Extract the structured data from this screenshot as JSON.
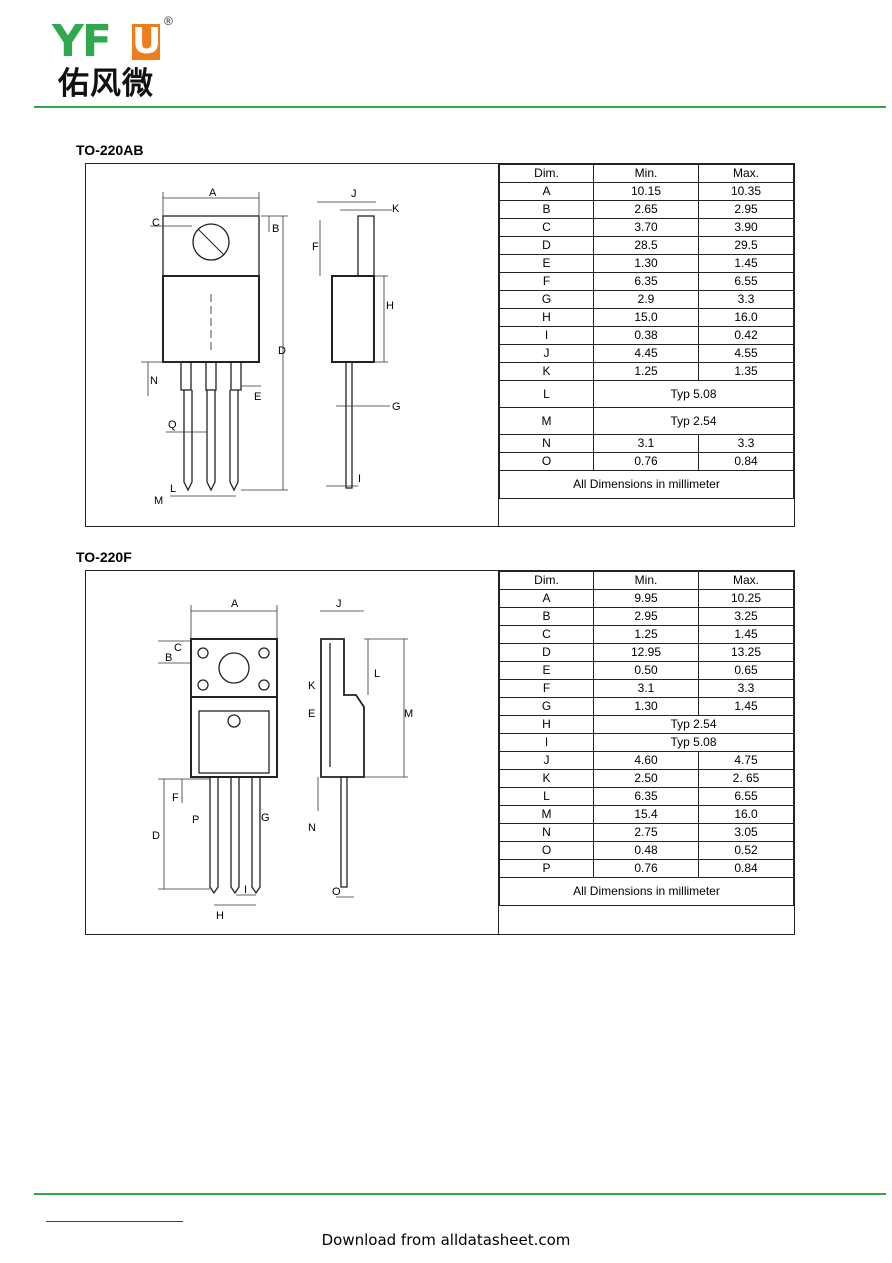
{
  "brand": {
    "latin": "YF",
    "box_letter": "U",
    "registered": "®",
    "chinese": "佑风微",
    "green": "#2fa84f",
    "orange": "#f07c1a"
  },
  "packages": [
    {
      "title": "TO-220AB",
      "header": [
        "Dim.",
        "Min.",
        "Max."
      ],
      "rows": [
        [
          "A",
          "10.15",
          "10.35"
        ],
        [
          "B",
          "2.65",
          "2.95"
        ],
        [
          "C",
          "3.70",
          "3.90"
        ],
        [
          "D",
          "28.5",
          "29.5"
        ],
        [
          "E",
          "1.30",
          "1.45"
        ],
        [
          "F",
          "6.35",
          "6.55"
        ],
        [
          "G",
          "2.9",
          "3.3"
        ],
        [
          "H",
          "15.0",
          "16.0"
        ],
        [
          "I",
          "0.38",
          "0.42"
        ],
        [
          "J",
          "4.45",
          "4.55"
        ],
        [
          "K",
          "1.25",
          "1.35"
        ]
      ],
      "typ_rows": [
        [
          "L",
          "Typ 5.08"
        ],
        [
          "M",
          "Typ 2.54"
        ]
      ],
      "rows2": [
        [
          "N",
          "3.1",
          "3.3"
        ],
        [
          "O",
          "0.76",
          "0.84"
        ]
      ],
      "footer": "All Dimensions in millimeter",
      "drawing_labels": [
        "A",
        "B",
        "C",
        "D",
        "E",
        "F",
        "G",
        "H",
        "I",
        "J",
        "K",
        "L",
        "M",
        "N",
        "Q"
      ]
    },
    {
      "title": "TO-220F",
      "header": [
        "Dim.",
        "Min.",
        "Max."
      ],
      "rows": [
        [
          "A",
          "9.95",
          "10.25"
        ],
        [
          "B",
          "2.95",
          "3.25"
        ],
        [
          "C",
          "1.25",
          "1.45"
        ],
        [
          "D",
          "12.95",
          "13.25"
        ],
        [
          "E",
          "0.50",
          "0.65"
        ],
        [
          "F",
          "3.1",
          "3.3"
        ],
        [
          "G",
          "1.30",
          "1.45"
        ]
      ],
      "typ_rows": [
        [
          "H",
          "Typ 2.54"
        ],
        [
          "I",
          "Typ 5.08"
        ]
      ],
      "rows2": [
        [
          "J",
          "4.60",
          "4.75"
        ],
        [
          "K",
          "2.50",
          "2. 65"
        ],
        [
          "L",
          "6.35",
          "6.55"
        ],
        [
          "M",
          "15.4",
          "16.0"
        ],
        [
          "N",
          "2.75",
          "3.05"
        ],
        [
          "O",
          "0.48",
          "0.52"
        ],
        [
          "P",
          "0.76",
          "0.84"
        ]
      ],
      "footer": "All Dimensions in millimeter",
      "drawing_labels": [
        "A",
        "B",
        "C",
        "D",
        "E",
        "F",
        "G",
        "H",
        "I",
        "J",
        "K",
        "L",
        "M",
        "N",
        "O",
        "P"
      ]
    }
  ],
  "footer": {
    "download_text": "Download from alldatasheet.com"
  }
}
